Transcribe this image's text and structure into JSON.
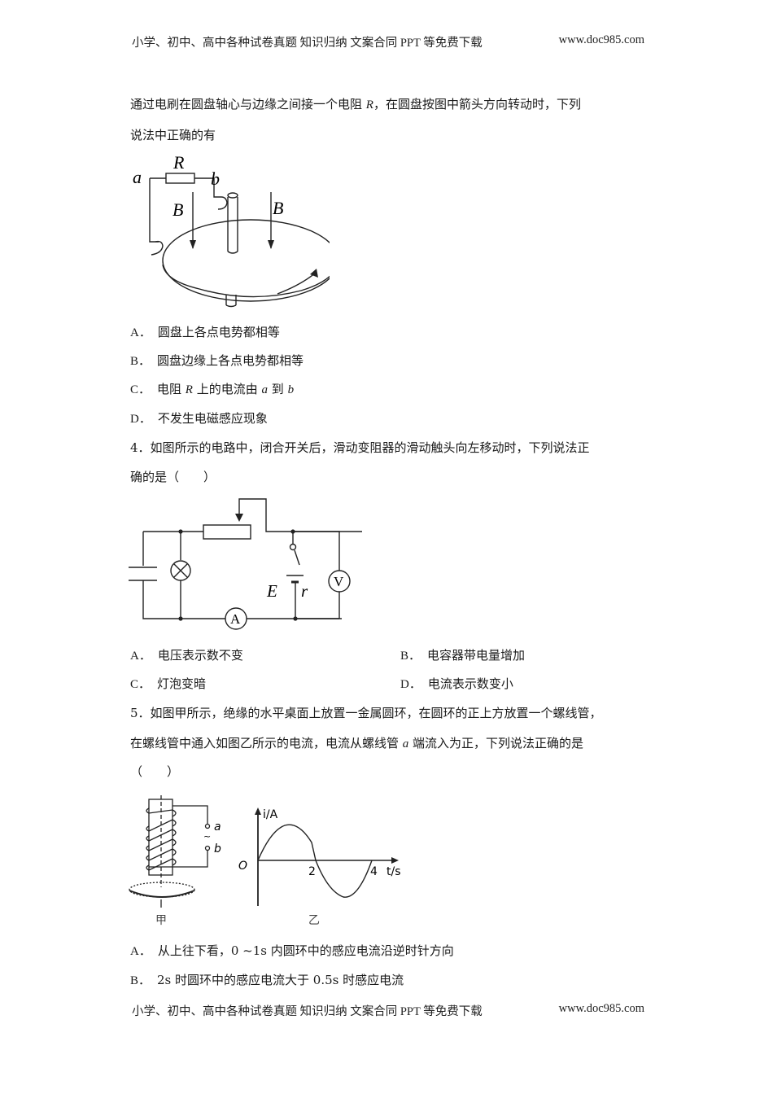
{
  "header": {
    "left": "小学、初中、高中各种试卷真题  知识归纳  文案合同  PPT 等免费下载",
    "right": "www.doc985.com"
  },
  "q3": {
    "stem_line1_pre": "通过电刷在圆盘轴心与边缘之间接一个电阻 ",
    "stem_line1_var": "R",
    "stem_line1_post": "，在圆盘按图中箭头方向转动时，下列",
    "stem_line2": "说法中正确的有",
    "figure": {
      "label_R": "R",
      "label_a": "a",
      "label_b": "b",
      "label_B_left": "B",
      "label_B_right": "B"
    },
    "options": [
      {
        "label": "A．",
        "text": "圆盘上各点电势都相等"
      },
      {
        "label": "B．",
        "text": "圆盘边缘上各点电势都相等"
      },
      {
        "label": "C．",
        "pre": "电阻 ",
        "var1": "R",
        "mid1": " 上的电流由 ",
        "var2": "a",
        "mid2": " 到 ",
        "var3": "b"
      },
      {
        "label": "D．",
        "text": "不发生电磁感应现象"
      }
    ]
  },
  "q4": {
    "number": "4．",
    "stem_line1": "如图所示的电路中，闭合开关后，滑动变阻器的滑动触头向左移动时，下列说法正",
    "stem_line2": "确的是（　　）",
    "figure": {
      "label_E": "E",
      "label_r": "r",
      "ammeter": "A",
      "voltmeter": "V"
    },
    "options": [
      {
        "label": "A．",
        "text": "电压表示数不变"
      },
      {
        "label": "B．",
        "text": "电容器带电量增加"
      },
      {
        "label": "C．",
        "text": "灯泡变暗"
      },
      {
        "label": "D．",
        "text": "电流表示数变小"
      }
    ]
  },
  "q5": {
    "number": "5．",
    "stem_line1": "如图甲所示，绝缘的水平桌面上放置一金属圆环，在圆环的正上方放置一个螺线管，",
    "stem_line2_pre": "在螺线管中通入如图乙所示的电流，电流从螺线管 ",
    "stem_line2_var": "a",
    "stem_line2_post": " 端流入为正，下列说法正确的是",
    "stem_line3": "（　　）",
    "figure_jia": {
      "caption": "甲",
      "label_a": "a",
      "label_b": "b",
      "ac_symbol": "~"
    },
    "figure_yi": {
      "caption": "乙",
      "y_label": "i/A",
      "x_label": "t/s",
      "origin": "O",
      "tick_2": "2",
      "tick_4": "4"
    },
    "options": [
      {
        "label": "A．",
        "text": "从上往下看，0 ~1s 内圆环中的感应电流沿逆时针方向"
      },
      {
        "label": "B．",
        "text": "2s 时圆环中的感应电流大于 0.5s 时感应电流"
      }
    ]
  },
  "footer": {
    "left": "小学、初中、高中各种试卷真题  知识归纳  文案合同  PPT 等免费下载",
    "right": "www.doc985.com"
  }
}
